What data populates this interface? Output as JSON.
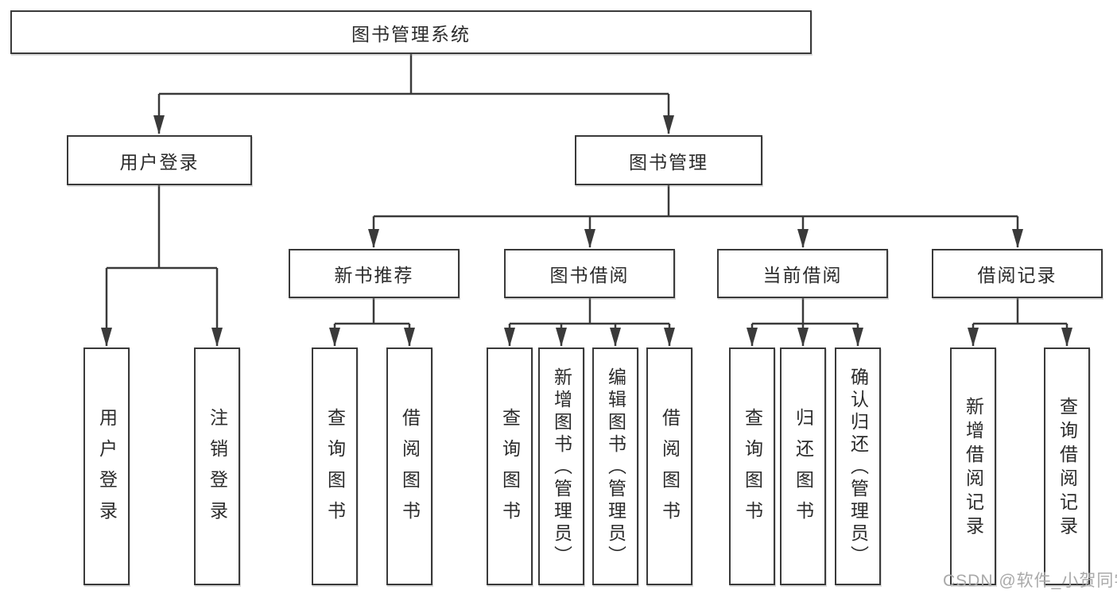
{
  "diagram_title": "图书管理系统",
  "watermark": "CSDN @软件_小贺同学",
  "colors": {
    "line": "#3a3a3a",
    "box_border": "#3a3a3a",
    "text": "#2b2b2b",
    "watermark": "#a9a9a9",
    "background": "#ffffff"
  },
  "nodes": {
    "root": {
      "label": "图书管理系统"
    },
    "user_login": {
      "label": "用户登录",
      "parent": "root"
    },
    "book_mgmt": {
      "label": "图书管理",
      "parent": "root"
    },
    "new_book_rec": {
      "label": "新书推荐",
      "parent": "book_mgmt"
    },
    "book_borrow": {
      "label": "图书借阅",
      "parent": "book_mgmt"
    },
    "current_borrow": {
      "label": "当前借阅",
      "parent": "book_mgmt"
    },
    "borrow_records": {
      "label": "借阅记录",
      "parent": "book_mgmt"
    },
    "user_login_leaf": {
      "label": "用户登录",
      "parent": "user_login"
    },
    "logout_leaf": {
      "label": "注销登录",
      "parent": "user_login"
    },
    "query_books_1": {
      "label": "查询图书",
      "parent": "new_book_rec"
    },
    "borrow_books_1": {
      "label": "借阅图书",
      "parent": "new_book_rec"
    },
    "query_books_2": {
      "label": "查询图书",
      "parent": "book_borrow"
    },
    "add_books": {
      "label": "新增图书（管理员）",
      "parent": "book_borrow"
    },
    "edit_books": {
      "label": "编辑图书（管理员）",
      "parent": "book_borrow"
    },
    "borrow_books_2": {
      "label": "借阅图书",
      "parent": "book_borrow"
    },
    "query_books_3": {
      "label": "查询图书",
      "parent": "current_borrow"
    },
    "return_books": {
      "label": "归还图书",
      "parent": "current_borrow"
    },
    "confirm_return": {
      "label": "确认归还（管理员）",
      "parent": "current_borrow"
    },
    "add_borrow_rec": {
      "label": "新增借阅记录",
      "parent": "borrow_records"
    },
    "query_borrow_rec": {
      "label": "查询借阅记录",
      "parent": "borrow_records"
    }
  }
}
